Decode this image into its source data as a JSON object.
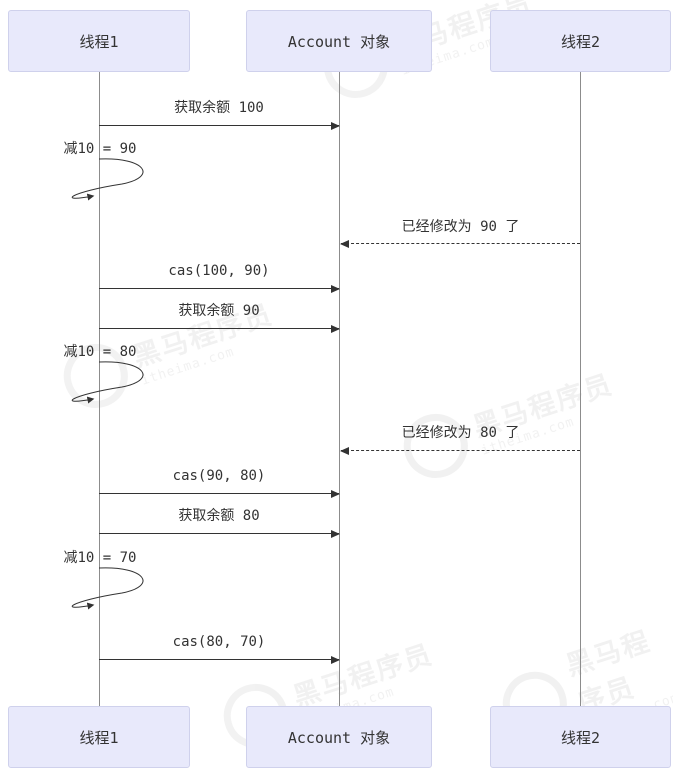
{
  "diagram": {
    "type": "sequence",
    "participants": [
      {
        "id": "thread1",
        "label": "线程1"
      },
      {
        "id": "account",
        "label": "Account 对象"
      },
      {
        "id": "thread2",
        "label": "线程2"
      }
    ],
    "messages": [
      {
        "label": "获取余额 100",
        "from": "线程1",
        "to": "Account 对象",
        "line": "solid"
      },
      {
        "label": "减10 = 90",
        "from": "线程1",
        "to": "线程1",
        "line": "self"
      },
      {
        "label": "已经修改为 90 了",
        "from": "线程2",
        "to": "Account 对象",
        "line": "dashed"
      },
      {
        "label": "cas(100, 90)",
        "from": "线程1",
        "to": "Account 对象",
        "line": "solid"
      },
      {
        "label": "获取余额 90",
        "from": "线程1",
        "to": "Account 对象",
        "line": "solid"
      },
      {
        "label": "减10 = 80",
        "from": "线程1",
        "to": "线程1",
        "line": "self"
      },
      {
        "label": "已经修改为 80 了",
        "from": "线程2",
        "to": "Account 对象",
        "line": "dashed"
      },
      {
        "label": "cas(90, 80)",
        "from": "线程1",
        "to": "Account 对象",
        "line": "solid"
      },
      {
        "label": "获取余额 80",
        "from": "线程1",
        "to": "Account 对象",
        "line": "solid"
      },
      {
        "label": "减10 = 70",
        "from": "线程1",
        "to": "线程1",
        "line": "self"
      },
      {
        "label": "cas(80, 70)",
        "from": "线程1",
        "to": "Account 对象",
        "line": "solid"
      }
    ]
  },
  "watermark": {
    "brand": "黑马程序员",
    "site": "itheima.com"
  },
  "colors": {
    "participant-fill": "#E8E9FB",
    "participant-border": "#CFD1EC",
    "line": "#333333",
    "lifeline": "#8c8c8c",
    "text": "#333333"
  }
}
